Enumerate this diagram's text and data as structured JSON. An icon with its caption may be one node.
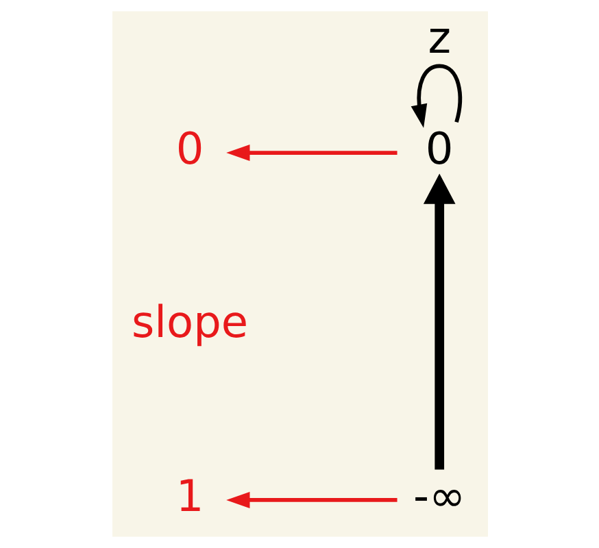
{
  "diagram": {
    "nodes": [
      {
        "text": [
          "0"
        ]
      },
      {
        "text": [
          "0"
        ]
      },
      {
        "text": [
          "1"
        ]
      },
      {
        "text": [
          "-∞"
        ]
      }
    ],
    "edges": [
      {
        "from": 1,
        "to": 0,
        "arrow": "to",
        "color": "#e8191b"
      },
      {
        "from": 1,
        "to": 1,
        "arrow": "to",
        "label": "z",
        "color": "#000000"
      },
      {
        "from": 3,
        "to": 1,
        "arrow": "to",
        "style": "thick",
        "color": "#000000"
      },
      {
        "from": 3,
        "to": 2,
        "arrow": "to",
        "color": "#e8191b"
      }
    ],
    "labels": [
      "slope"
    ]
  }
}
